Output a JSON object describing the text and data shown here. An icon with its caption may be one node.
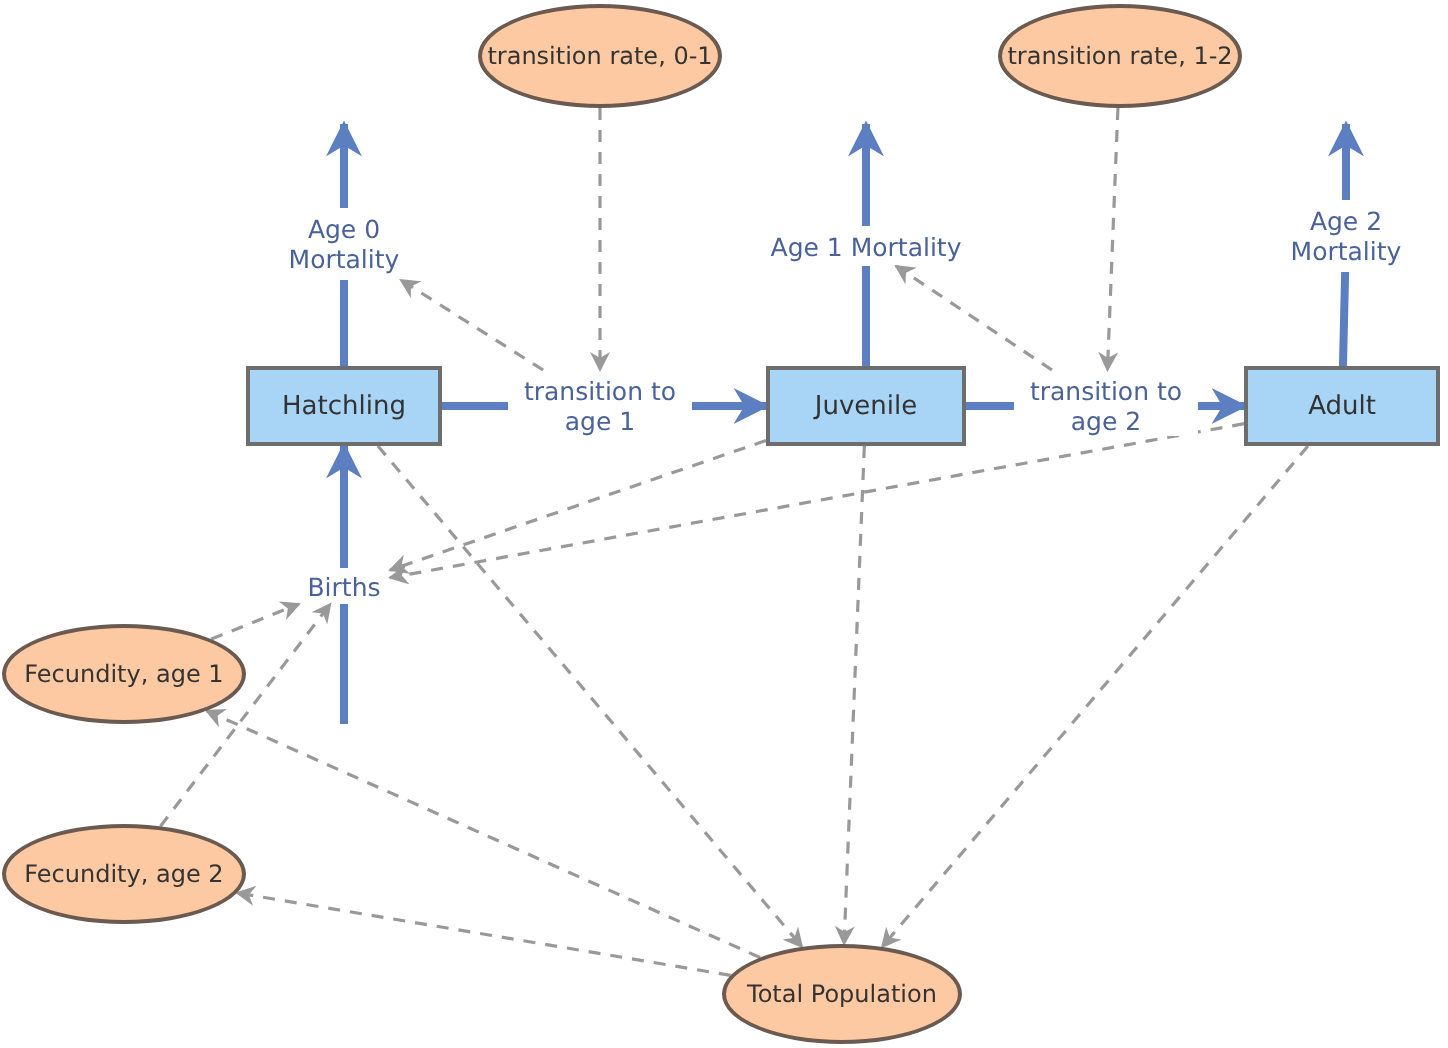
{
  "diagram": {
    "nodes": [
      {
        "text": [
          "transition rate, 0-1"
        ]
      },
      {
        "text": [
          "transition rate, 1-2"
        ]
      },
      {
        "text": [
          "Age 0 Mortality"
        ]
      },
      {
        "text": [
          "Age 1 Mortality"
        ]
      },
      {
        "text": [
          "Age 2 Mortality"
        ]
      },
      {
        "text": [
          "Hatchling"
        ]
      },
      {
        "text": [
          "transition to age 1"
        ]
      },
      {
        "text": [
          "Juvenile"
        ]
      },
      {
        "text": [
          "transition to age 2"
        ]
      },
      {
        "text": [
          "Adult"
        ]
      },
      {
        "text": [
          "Births"
        ]
      },
      {
        "text": [
          "Fecundity, age 1"
        ]
      },
      {
        "text": [
          "Fecundity, age 2"
        ]
      },
      {
        "text": [
          "Total Population"
        ]
      }
    ],
    "edges": [
      {
        "from": 5,
        "to": 2,
        "arrow": "none",
        "style": "thick",
        "color": "#5b7fc0"
      },
      {
        "from": 2,
        "to": null,
        "arrow": "to",
        "style": "thick",
        "color": "#5b7fc0"
      },
      {
        "from": 5,
        "to": 6,
        "arrow": "none",
        "style": "thick",
        "color": "#5b7fc0"
      },
      {
        "from": 6,
        "to": 7,
        "arrow": "to",
        "style": "thick",
        "color": "#5b7fc0"
      },
      {
        "from": 7,
        "to": 3,
        "arrow": "none",
        "style": "thick",
        "color": "#5b7fc0"
      },
      {
        "from": 3,
        "to": null,
        "arrow": "to",
        "style": "thick",
        "color": "#5b7fc0"
      },
      {
        "from": 7,
        "to": 8,
        "arrow": "none",
        "style": "thick",
        "color": "#5b7fc0"
      },
      {
        "from": 8,
        "to": 9,
        "arrow": "to",
        "style": "thick",
        "color": "#5b7fc0"
      },
      {
        "from": 9,
        "to": 4,
        "arrow": "none",
        "style": "thick",
        "color": "#5b7fc0"
      },
      {
        "from": 4,
        "to": null,
        "arrow": "to",
        "style": "thick",
        "color": "#5b7fc0"
      },
      {
        "from": null,
        "to": 10,
        "arrow": "none",
        "style": "thick",
        "color": "#5b7fc0"
      },
      {
        "from": 10,
        "to": 5,
        "arrow": "to",
        "style": "thick",
        "color": "#5b7fc0"
      },
      {
        "from": 0,
        "to": 6,
        "arrow": "to",
        "style": "dashed"
      },
      {
        "from": 1,
        "to": 8,
        "arrow": "to",
        "style": "dashed"
      },
      {
        "from": 6,
        "to": 2,
        "arrow": "to",
        "style": "dashed"
      },
      {
        "from": 8,
        "to": 3,
        "arrow": "to",
        "style": "dashed"
      },
      {
        "from": 7,
        "to": 10,
        "arrow": "to",
        "style": "dashed"
      },
      {
        "from": 9,
        "to": 10,
        "arrow": "to",
        "style": "dashed"
      },
      {
        "from": 11,
        "to": 10,
        "arrow": "to",
        "style": "dashed"
      },
      {
        "from": 12,
        "to": 10,
        "arrow": "to",
        "style": "dashed"
      },
      {
        "from": 5,
        "to": 13,
        "arrow": "to",
        "style": "dashed"
      },
      {
        "from": 7,
        "to": 13,
        "arrow": "to",
        "style": "dashed"
      },
      {
        "from": 9,
        "to": 13,
        "arrow": "to",
        "style": "dashed"
      },
      {
        "from": 13,
        "to": 11,
        "arrow": "to",
        "style": "dashed"
      },
      {
        "from": 13,
        "to": 12,
        "arrow": "to",
        "style": "dashed"
      }
    ]
  }
}
